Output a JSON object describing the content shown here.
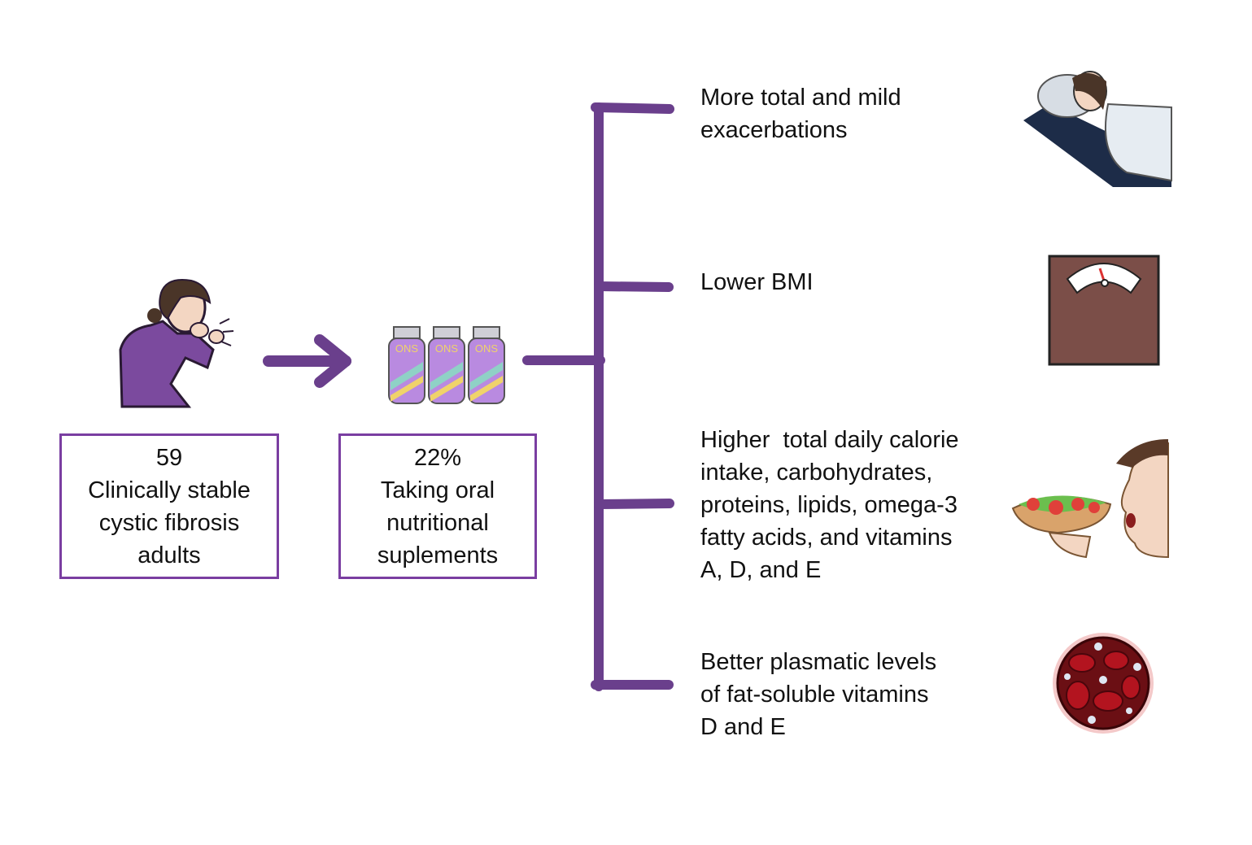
{
  "colors": {
    "accent": "#6a3f8c",
    "box_border": "#7a3ea1",
    "text": "#111111"
  },
  "population": {
    "count": "59",
    "line1": "Clinically stable",
    "line2": "cystic fibrosis",
    "line3": "adults",
    "icon": "coughing-woman-icon"
  },
  "supplements": {
    "percent": "22%",
    "line1": "Taking oral",
    "line2": "nutritional",
    "line3": "suplements",
    "bottle_label": "ONS",
    "icon": "supplement-bottles-icon"
  },
  "outcomes": [
    {
      "lines": [
        "More total and mild",
        "exacerbations"
      ],
      "icon": "sick-in-bed-icon"
    },
    {
      "lines": [
        "Lower BMI"
      ],
      "icon": "weight-scale-icon"
    },
    {
      "lines": [
        "Higher  total daily calorie",
        "intake, carbohydrates,",
        "proteins, lipids, omega-3",
        "fatty acids, and vitamins",
        "A, D, and E"
      ],
      "icon": "person-eating-icon"
    },
    {
      "lines": [
        "Better plasmatic levels",
        "of fat-soluble vitamins",
        "D and E"
      ],
      "icon": "blood-cells-icon"
    }
  ]
}
